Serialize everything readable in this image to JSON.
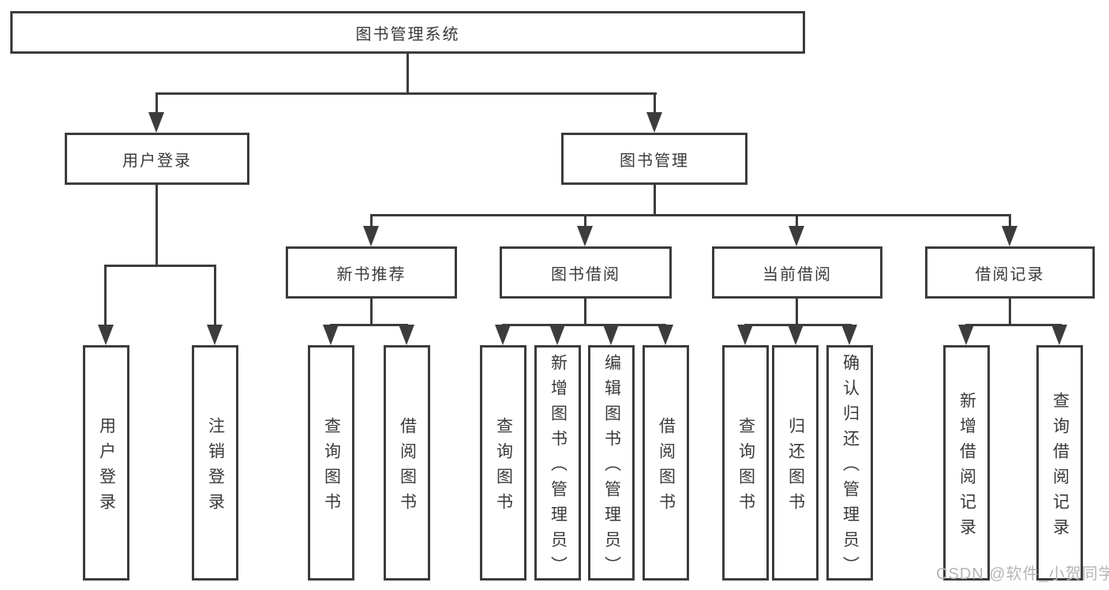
{
  "diagram": {
    "root": {
      "label": "图书管理系统"
    },
    "level2": [
      {
        "id": "user-login",
        "label": "用户登录"
      },
      {
        "id": "book-management",
        "label": "图书管理"
      }
    ],
    "level3": [
      {
        "id": "new-book-recommend",
        "parent": "图书管理",
        "label": "新书推荐"
      },
      {
        "id": "book-borrow",
        "parent": "图书管理",
        "label": "图书借阅"
      },
      {
        "id": "current-borrow",
        "parent": "图书管理",
        "label": "当前借阅"
      },
      {
        "id": "borrow-records",
        "parent": "图书管理",
        "label": "借阅记录"
      }
    ],
    "leaves": [
      {
        "parent": "用户登录",
        "label": "用户登录"
      },
      {
        "parent": "用户登录",
        "label": "注销登录"
      },
      {
        "parent": "新书推荐",
        "label": "查询图书"
      },
      {
        "parent": "新书推荐",
        "label": "借阅图书"
      },
      {
        "parent": "图书借阅",
        "label": "查询图书"
      },
      {
        "parent": "图书借阅",
        "label": "新增图书（管理员）"
      },
      {
        "parent": "图书借阅",
        "label": "编辑图书（管理员）"
      },
      {
        "parent": "图书借阅",
        "label": "借阅图书"
      },
      {
        "parent": "当前借阅",
        "label": "查询图书"
      },
      {
        "parent": "当前借阅",
        "label": "归还图书"
      },
      {
        "parent": "当前借阅",
        "label": "确认归还（管理员）"
      },
      {
        "parent": "借阅记录",
        "label": "新增借阅记录"
      },
      {
        "parent": "借阅记录",
        "label": "查询借阅记录"
      }
    ]
  },
  "watermark": {
    "text": "CSDN @软件_小贺同学"
  },
  "colors": {
    "line": "#3c3c3c",
    "text": "#3a3a3a",
    "watermark": "#b5b5b5",
    "background": "#ffffff"
  }
}
